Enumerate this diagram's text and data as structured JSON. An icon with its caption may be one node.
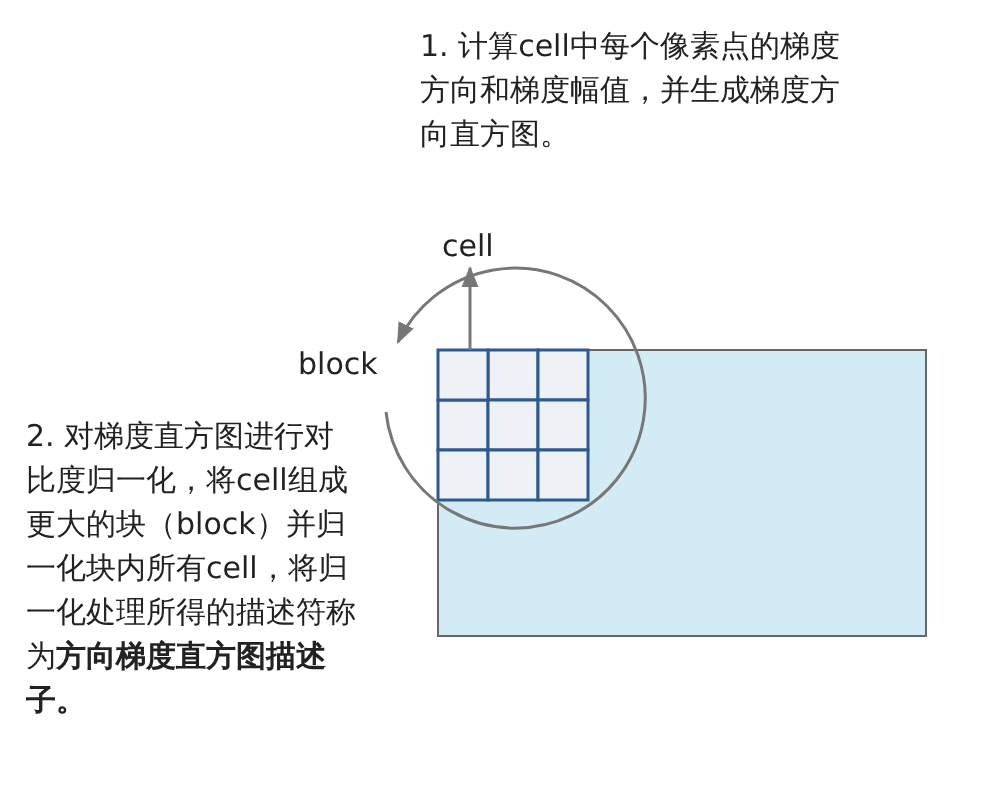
{
  "diagram": {
    "nodes": [
      {
        "text": [
          "cell"
        ]
      },
      {
        "text": [],
        "shape": "box"
      }
    ],
    "edges": [
      {
        "from": 1,
        "to": 0,
        "arrow": "to"
      }
    ],
    "labels": [
      "1. 计算cell中每个像素点的梯度方向和梯度幅值，并生成梯度方向直方图。",
      "block",
      "2. 对梯度直方图进行对比度归一化，将cell组成更大的块（block）并归一化块内所有cell，将归一化处理所得的描述符称为**方向梯度直方图描述子。**"
    ]
  }
}
